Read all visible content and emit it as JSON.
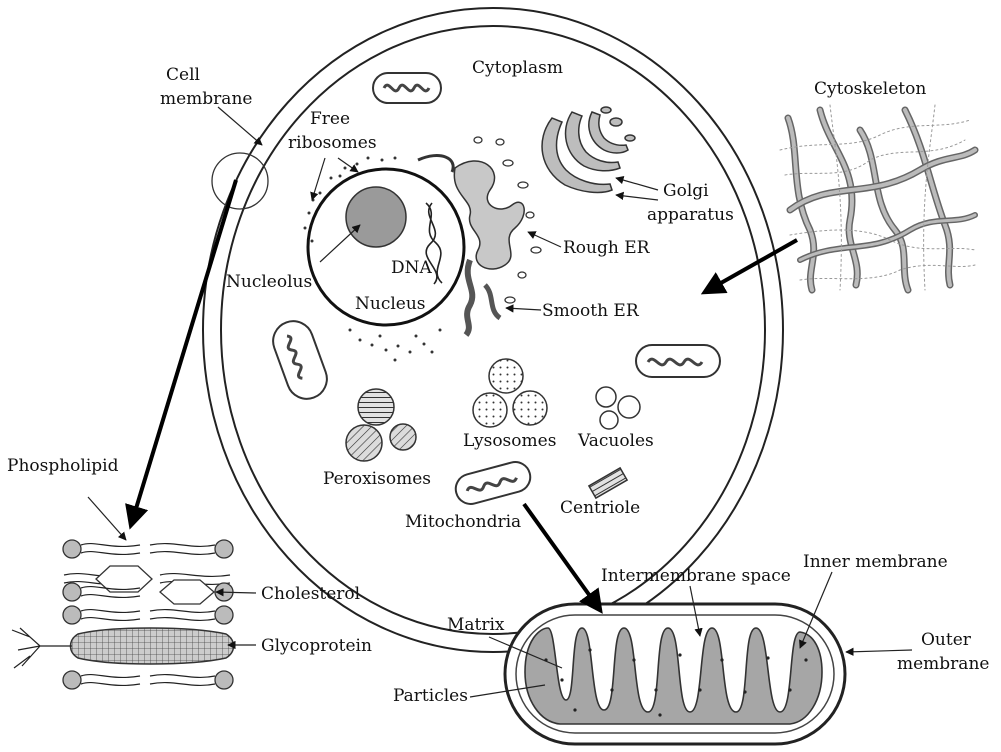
{
  "labels": {
    "cell_membrane_1": "Cell",
    "cell_membrane_2": "membrane",
    "cytoplasm": "Cytoplasm",
    "free_ribosomes_1": "Free",
    "free_ribosomes_2": "ribosomes",
    "golgi_1": "Golgi",
    "golgi_2": "apparatus",
    "cytoskeleton": "Cytoskeleton",
    "rough_er": "Rough ER",
    "smooth_er": "Smooth ER",
    "nucleolus": "Nucleolus",
    "dna": "DNA",
    "nucleus": "Nucleus",
    "lysosomes": "Lysosomes",
    "vacuoles": "Vacuoles",
    "peroxisomes": "Peroxisomes",
    "centriole": "Centriole",
    "mitochondria": "Mitochondria",
    "phospholipid": "Phospholipid",
    "cholesterol": "Cholesterol",
    "glycoprotein": "Glycoprotein",
    "intermembrane_space": "Intermembrane space",
    "inner_membrane": "Inner membrane",
    "matrix": "Matrix",
    "particles": "Particles",
    "outer_membrane_1": "Outer",
    "outer_membrane_2": "membrane"
  }
}
